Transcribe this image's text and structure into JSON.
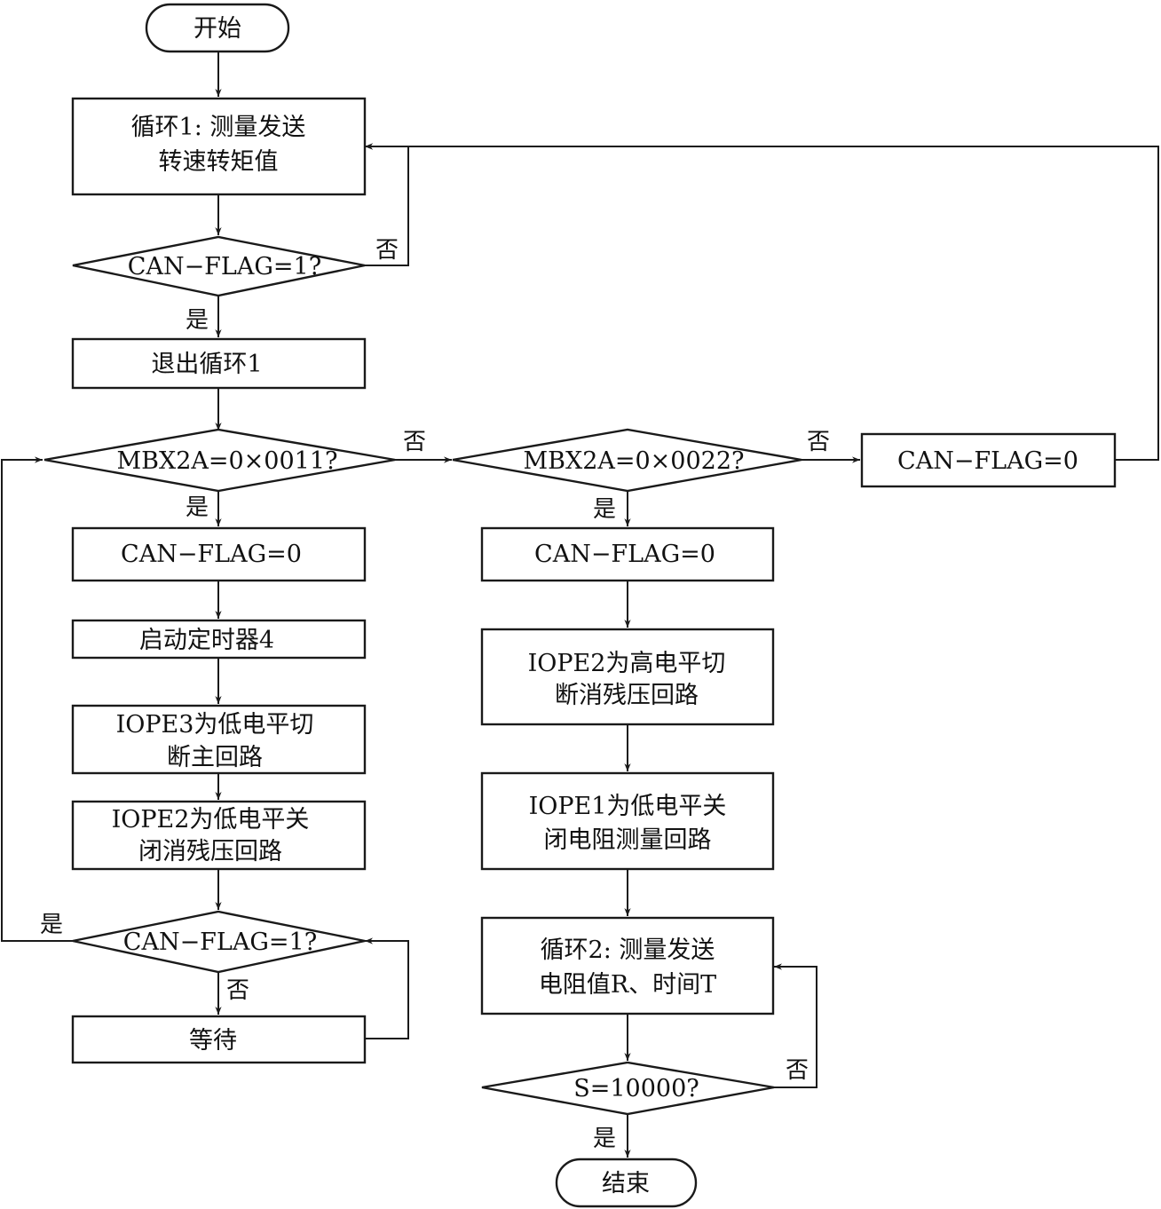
{
  "nodes": {
    "start": "开始",
    "loop1_l1": "循环1: 测量发送",
    "loop1_l2": "转速转矩值",
    "dec_flag1": "CAN−FLAG=1?",
    "exit_loop1": "退出循环1",
    "dec_mbx11": "MBX2A=0×0011?",
    "dec_mbx22": "MBX2A=0×0022?",
    "flag0_right": "CAN−FLAG=0",
    "flag0_left": "CAN−FLAG=0",
    "flag0_mid": "CAN−FLAG=0",
    "timer4": "启动定时器4",
    "iope3_l1": "IOPE3为低电平切",
    "iope3_l2": "断主回路",
    "iope2low_l1": "IOPE2为低电平关",
    "iope2low_l2": "闭消残压回路",
    "dec_flag1b": "CAN−FLAG=1?",
    "wait": "等待",
    "iope2high_l1": "IOPE2为高电平切",
    "iope2high_l2": "断消残压回路",
    "iope1_l1": "IOPE1为低电平关",
    "iope1_l2": "闭电阻测量回路",
    "loop2_l1": "循环2: 测量发送",
    "loop2_l2": "电阻值R、时间T",
    "dec_s": "S=10000?",
    "end": "结束"
  },
  "labels": {
    "no_flag1": "否",
    "yes_flag1": "是",
    "no_mbx11": "否",
    "yes_mbx11": "是",
    "no_mbx22": "否",
    "yes_mbx22": "是",
    "yes_flag1b": "是",
    "no_flag1b": "否",
    "no_s": "否",
    "yes_s": "是"
  }
}
